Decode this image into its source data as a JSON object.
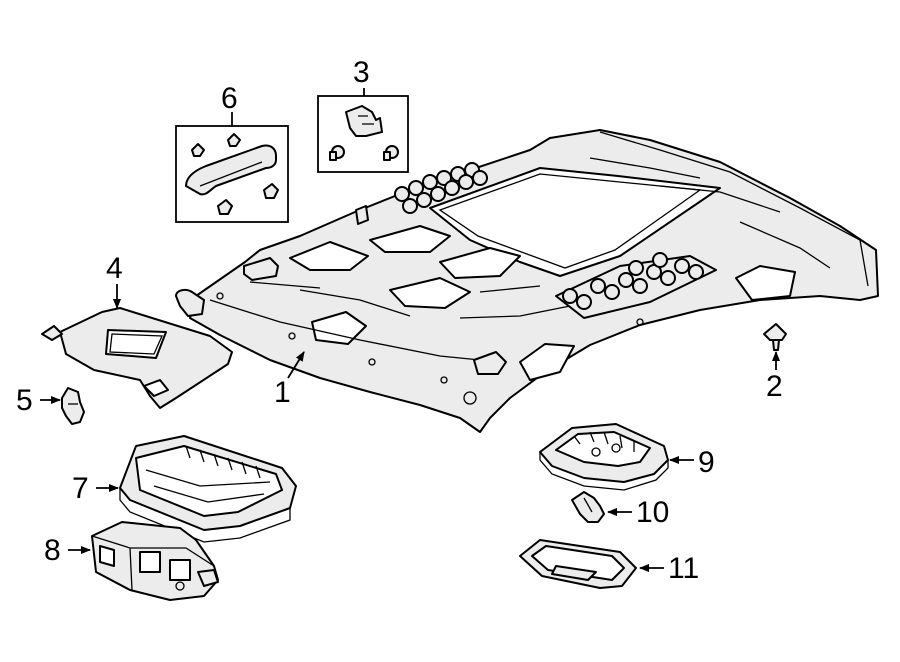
{
  "callouts": {
    "c1": "1",
    "c2": "2",
    "c3": "3",
    "c4": "4",
    "c5": "5",
    "c6": "6",
    "c7": "7",
    "c8": "8",
    "c9": "9",
    "c10": "10",
    "c11": "11"
  },
  "colors": {
    "line": "#000000",
    "part_fill": "#ececec",
    "background": "#ffffff"
  }
}
